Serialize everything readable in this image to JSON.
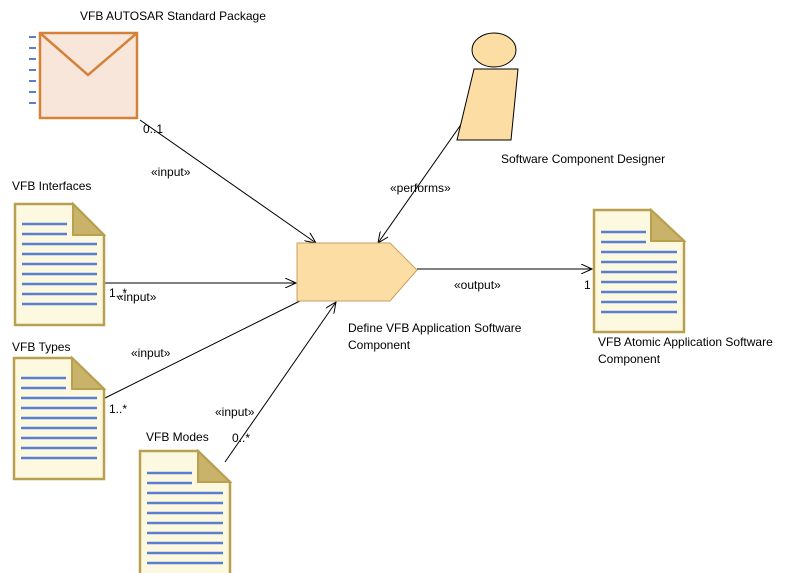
{
  "nodes": {
    "package": {
      "label": "VFB AUTOSAR Standard Package",
      "icon": "package-envelope-icon"
    },
    "interfaces": {
      "label": "VFB Interfaces",
      "icon": "document-icon"
    },
    "types": {
      "label": "VFB Types",
      "icon": "document-icon"
    },
    "modes": {
      "label": "VFB Modes",
      "icon": "document-icon"
    },
    "task": {
      "label_line1": "Define VFB Application Software",
      "label_line2": "Component",
      "icon": "task-pentagon-icon"
    },
    "designer": {
      "label": "Software Component Designer",
      "icon": "role-actor-icon"
    },
    "output": {
      "label_line1": "VFB Atomic Application Software",
      "label_line2": "Component",
      "icon": "document-icon"
    }
  },
  "edges": {
    "package_to_task": {
      "stereotype": "«input»",
      "multiplicity": "0..1"
    },
    "interfaces_to_task": {
      "stereotype": "«input»",
      "multiplicity": "1..*"
    },
    "types_to_task": {
      "stereotype": "«input»",
      "multiplicity": "1..*"
    },
    "modes_to_task": {
      "stereotype": "«input»",
      "multiplicity": "0..*"
    },
    "designer_to_task": {
      "stereotype": "«performs»"
    },
    "task_to_output": {
      "stereotype": "«output»",
      "multiplicity": "1"
    }
  },
  "colors": {
    "task_fill": "#fcdda4",
    "task_stroke": "#c8a060",
    "package_fill": "#f9e6da",
    "package_stroke": "#d4823a",
    "package_ticks": "#5b7fd0",
    "document_fill": "#fdf8e0",
    "document_stroke": "#b8a050",
    "document_lines": "#5b7fd0",
    "actor_fill": "#fcdda4"
  }
}
